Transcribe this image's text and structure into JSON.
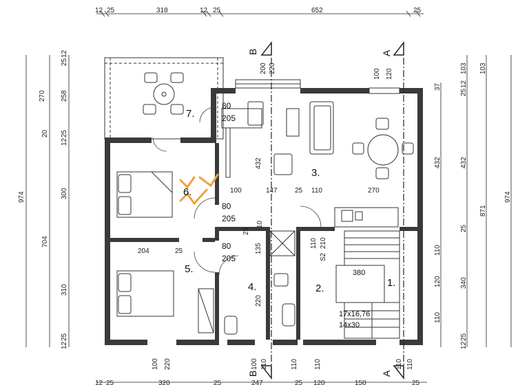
{
  "dims_top": [
    "12",
    "25",
    "318",
    "12",
    "25",
    "652",
    "25"
  ],
  "dims_bottom": [
    "12",
    "25",
    "320",
    "25",
    "247",
    "25",
    "120",
    "150",
    "25"
  ],
  "dims_left_outer": "974",
  "dims_left_mid": [
    "704",
    "20"
  ],
  "dims_left_inner": [
    "25",
    "12",
    "270",
    "258",
    "12",
    "25",
    "300",
    "310",
    "12",
    "25"
  ],
  "dims_right_outer": "974",
  "dims_right_mid": [
    "103",
    "871"
  ],
  "dims_right_inner": [
    "12",
    "25",
    "103",
    "37",
    "432",
    "25",
    "110",
    "120",
    "340",
    "110",
    "12",
    "25"
  ],
  "sections": {
    "a": "A",
    "b": "B"
  },
  "rooms": {
    "r1": "1.",
    "r2": "2.",
    "r3": "3.",
    "r4": "4.",
    "r5": "5.",
    "r6": "6.",
    "r7": "7."
  },
  "doors": {
    "d7w": "80",
    "d7h": "205",
    "d6w": "80",
    "d6h": "205",
    "d5w": "80",
    "d5h": "205"
  },
  "interior": {
    "w100": "100",
    "w147": "147",
    "w25a": "25",
    "w110": "110",
    "w270": "270",
    "v432": "432",
    "w204": "204",
    "w25b": "25",
    "v135": "135",
    "v220": "220",
    "v110": "110",
    "v210": "210",
    "v25": "25",
    "v10": "10",
    "s2": "S2"
  },
  "openings_top": {
    "b_w": "200",
    "b_h": "220",
    "a_w": "100",
    "a_h": "120"
  },
  "openings_bottom": {
    "o1": "100",
    "o1h": "220",
    "o2": "100",
    "o2h": "110",
    "o3": "110",
    "o4": "110",
    "o5": "110",
    "o5h": "110"
  },
  "stair": {
    "width": "380",
    "spec1": "17x16,76",
    "spec2": "14x30"
  },
  "colors": {
    "line": "#1a1a1a",
    "wall": "#2b2b2b",
    "accent": "#f0a040"
  }
}
